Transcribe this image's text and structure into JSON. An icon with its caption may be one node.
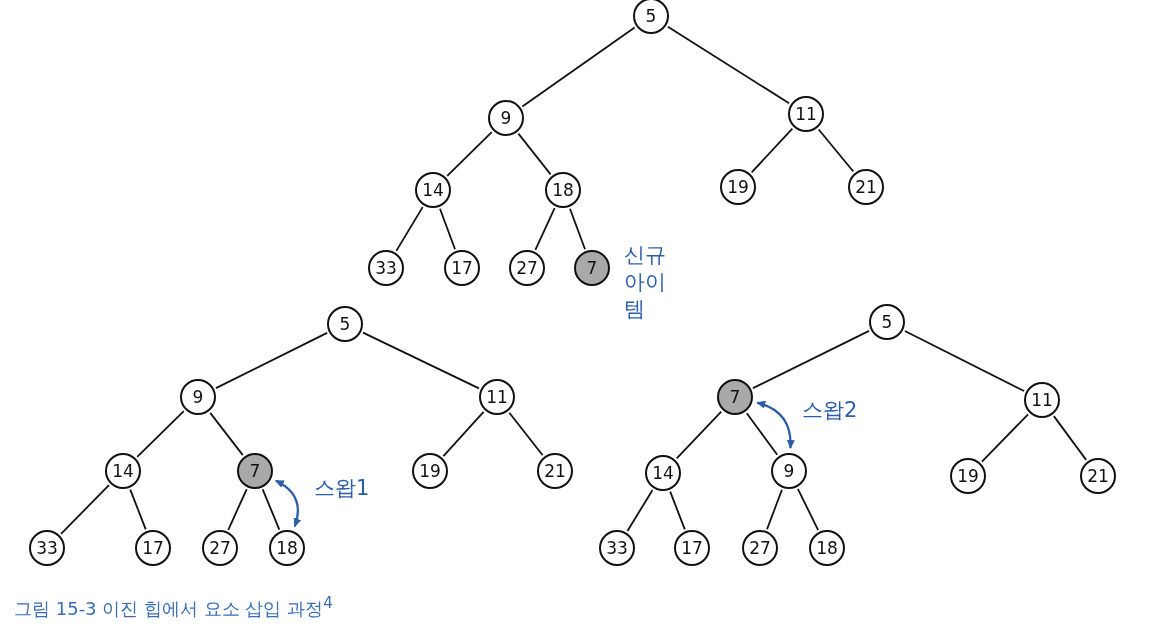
{
  "diagram": {
    "caption": "그림 15-3 이진 힙에서 요소 삽입 과정$^{4}$",
    "nodes": [
      {
        "text": [
          "5"
        ]
      },
      {
        "text": [
          "9"
        ]
      },
      {
        "text": [
          "11"
        ]
      },
      {
        "text": [
          "14"
        ]
      },
      {
        "text": [
          "18"
        ]
      },
      {
        "text": [
          "19"
        ]
      },
      {
        "text": [
          "21"
        ]
      },
      {
        "text": [
          "33"
        ]
      },
      {
        "text": [
          "17"
        ]
      },
      {
        "text": [
          "27"
        ]
      },
      {
        "text": [
          "7"
        ],
        "beside": [
          "신규 아이템"
        ]
      },
      {
        "text": [
          "5"
        ]
      },
      {
        "text": [
          "9"
        ]
      },
      {
        "text": [
          "11"
        ]
      },
      {
        "text": [
          "14"
        ]
      },
      {
        "text": [
          "7"
        ]
      },
      {
        "text": [
          "19"
        ]
      },
      {
        "text": [
          "21"
        ]
      },
      {
        "text": [
          "33"
        ]
      },
      {
        "text": [
          "17"
        ]
      },
      {
        "text": [
          "27"
        ]
      },
      {
        "text": [
          "18"
        ]
      },
      {
        "text": [
          "5"
        ]
      },
      {
        "text": [
          "7"
        ]
      },
      {
        "text": [
          "11"
        ]
      },
      {
        "text": [
          "14"
        ]
      },
      {
        "text": [
          "9"
        ]
      },
      {
        "text": [
          "19"
        ]
      },
      {
        "text": [
          "21"
        ]
      },
      {
        "text": [
          "33"
        ]
      },
      {
        "text": [
          "17"
        ]
      },
      {
        "text": [
          "27"
        ]
      },
      {
        "text": [
          "18"
        ]
      }
    ],
    "edges": [
      {
        "from": 0,
        "to": 1,
        "arrow": "none"
      },
      {
        "from": 0,
        "to": 2,
        "arrow": "none"
      },
      {
        "from": 1,
        "to": 3,
        "arrow": "none"
      },
      {
        "from": 1,
        "to": 4,
        "arrow": "none"
      },
      {
        "from": 2,
        "to": 5,
        "arrow": "none"
      },
      {
        "from": 2,
        "to": 6,
        "arrow": "none"
      },
      {
        "from": 3,
        "to": 7,
        "arrow": "none"
      },
      {
        "from": 3,
        "to": 8,
        "arrow": "none"
      },
      {
        "from": 4,
        "to": 9,
        "arrow": "none"
      },
      {
        "from": 4,
        "to": 10,
        "arrow": "none"
      },
      {
        "from": 11,
        "to": 12,
        "arrow": "none"
      },
      {
        "from": 11,
        "to": 13,
        "arrow": "none"
      },
      {
        "from": 12,
        "to": 14,
        "arrow": "none"
      },
      {
        "from": 12,
        "to": 15,
        "arrow": "none"
      },
      {
        "from": 13,
        "to": 16,
        "arrow": "none"
      },
      {
        "from": 13,
        "to": 17,
        "arrow": "none"
      },
      {
        "from": 14,
        "to": 18,
        "arrow": "none"
      },
      {
        "from": 14,
        "to": 19,
        "arrow": "none"
      },
      {
        "from": 15,
        "to": 20,
        "arrow": "none"
      },
      {
        "from": 15,
        "to": 21,
        "arrow": "none"
      },
      {
        "from": 22,
        "to": 23,
        "arrow": "none"
      },
      {
        "from": 22,
        "to": 24,
        "arrow": "none"
      },
      {
        "from": 23,
        "to": 25,
        "arrow": "none"
      },
      {
        "from": 23,
        "to": 26,
        "arrow": "none"
      },
      {
        "from": 24,
        "to": 27,
        "arrow": "none"
      },
      {
        "from": 24,
        "to": 28,
        "arrow": "none"
      },
      {
        "from": 25,
        "to": 29,
        "arrow": "none"
      },
      {
        "from": 25,
        "to": 30,
        "arrow": "none"
      },
      {
        "from": 26,
        "to": 31,
        "arrow": "none"
      },
      {
        "from": 26,
        "to": 32,
        "arrow": "none"
      },
      {
        "from": 15,
        "to": 21,
        "arrow": "both",
        "label": "스왑1",
        "color": "#2b5ea8"
      },
      {
        "from": 23,
        "to": 26,
        "arrow": "both",
        "label": "스왑2",
        "color": "#2b5ea8"
      }
    ]
  }
}
